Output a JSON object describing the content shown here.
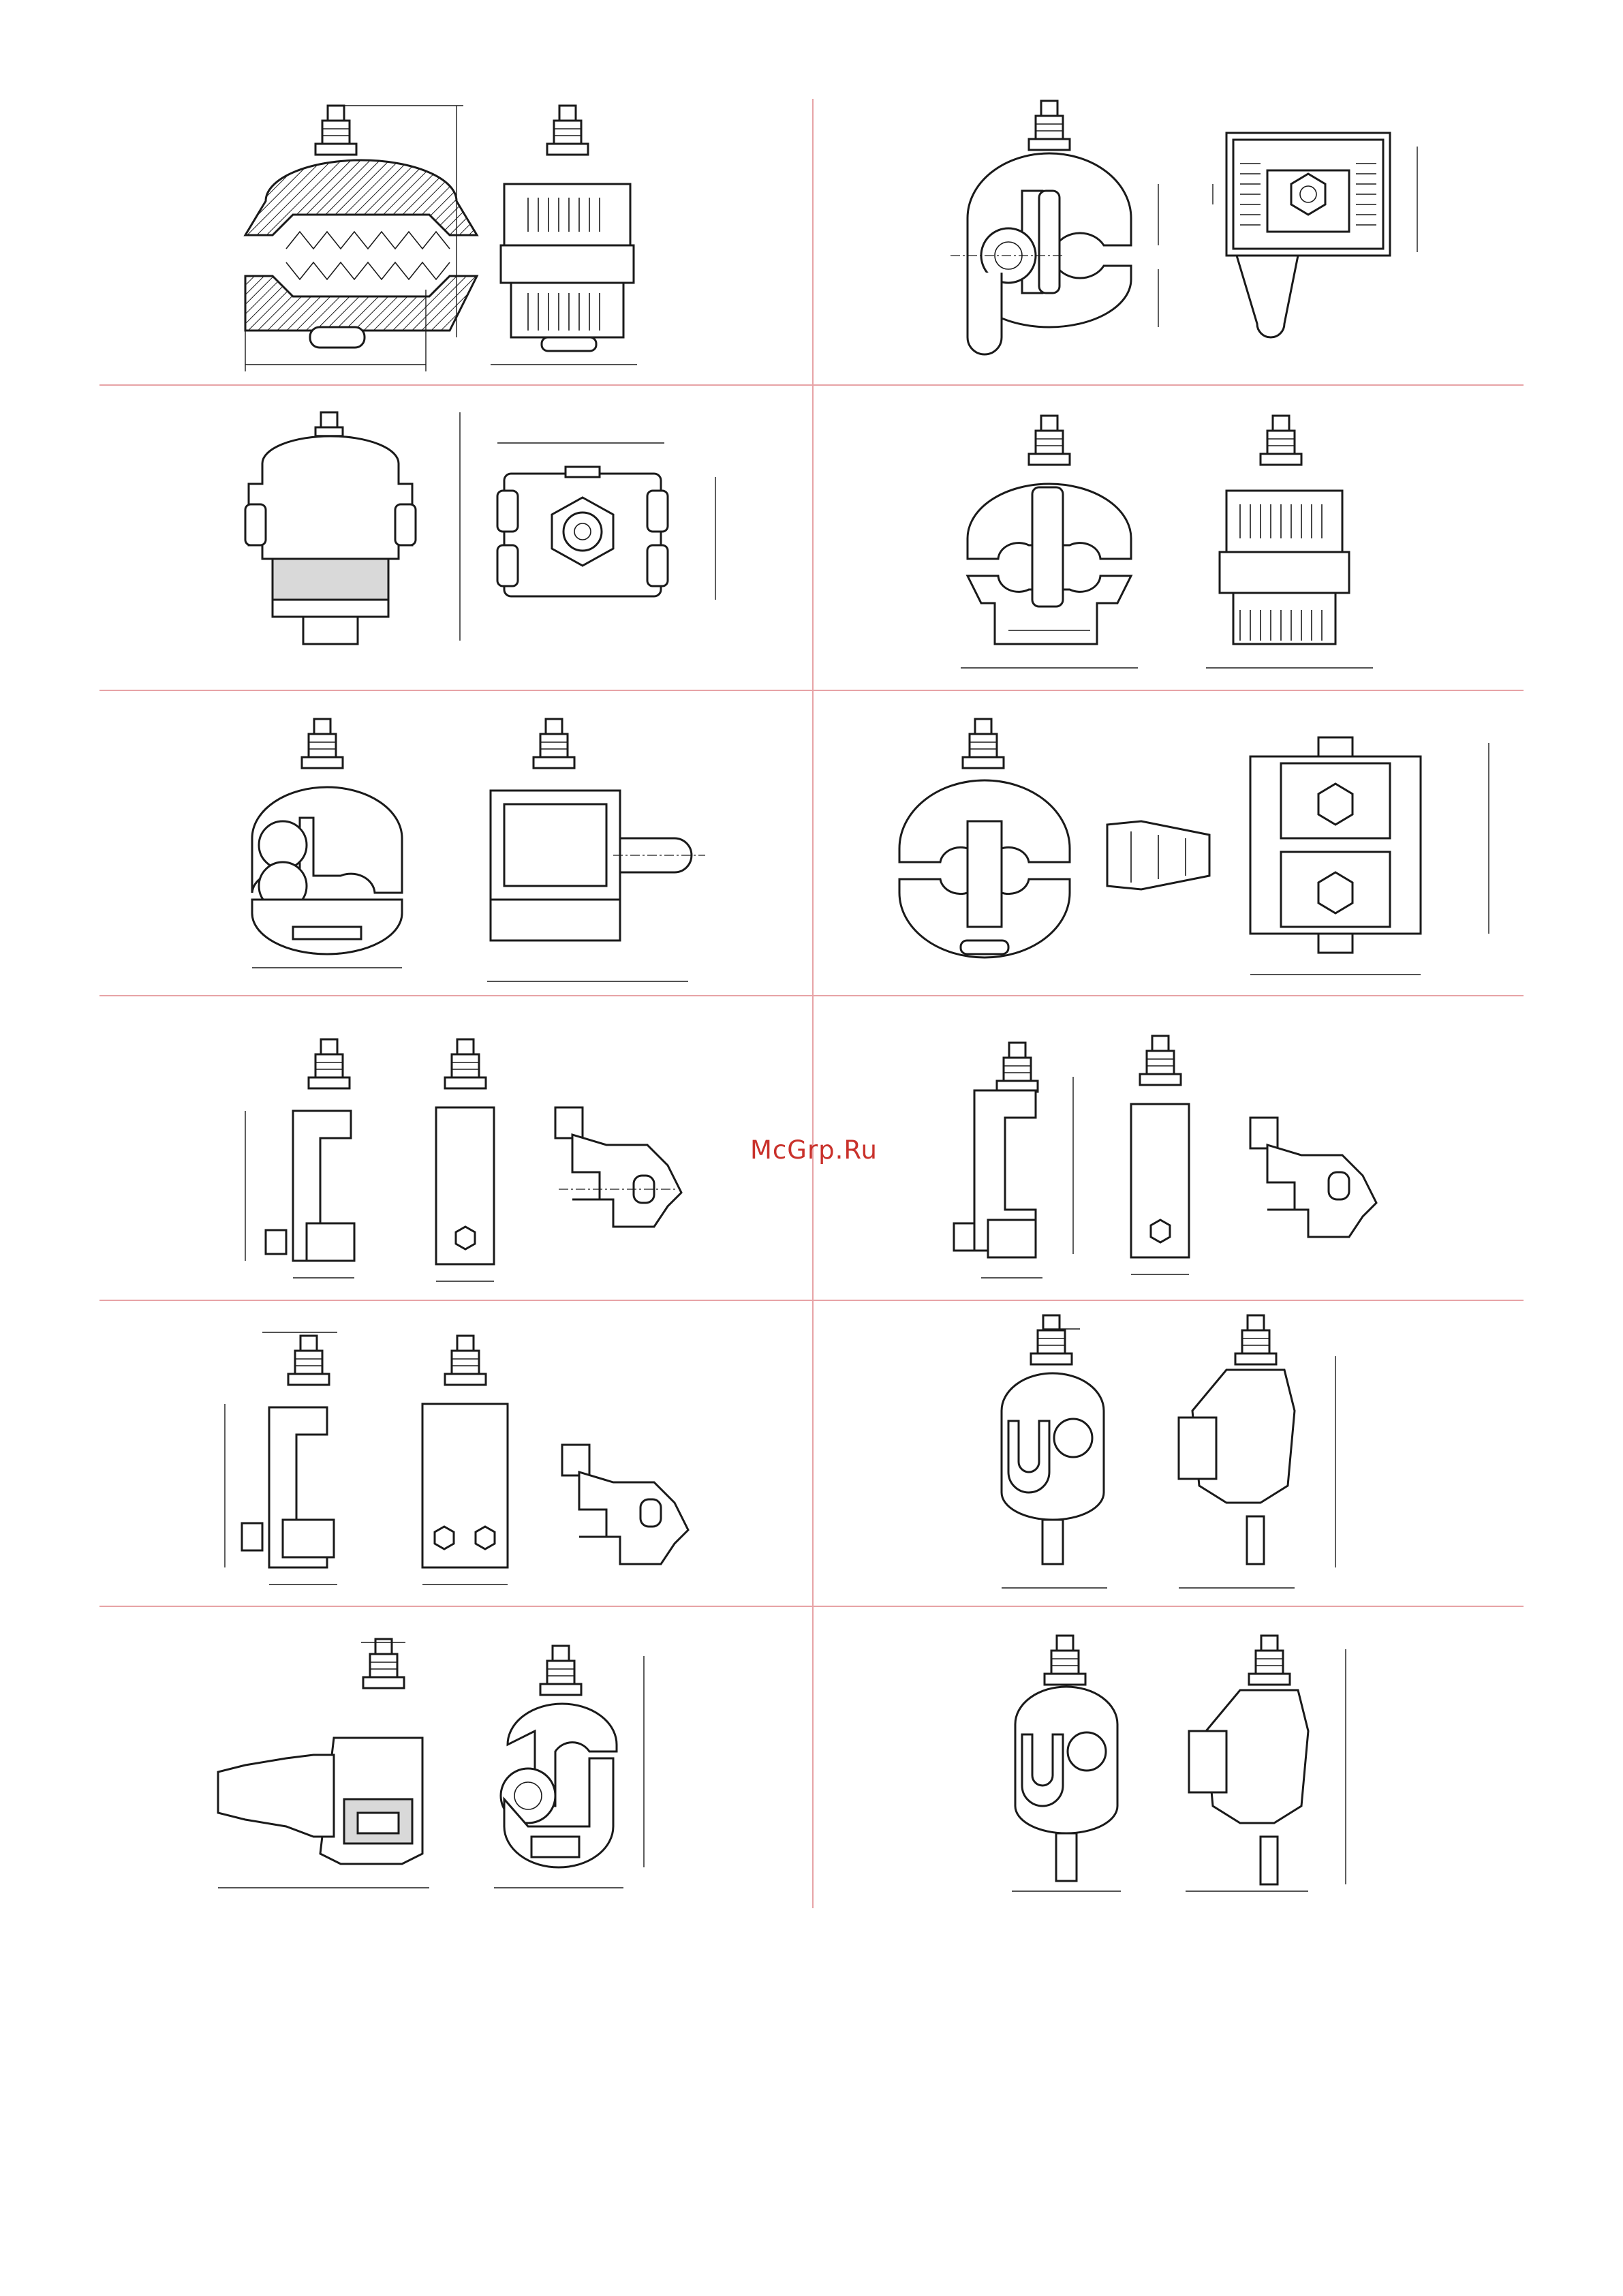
{
  "page": {
    "watermark": "McGrp.Ru"
  },
  "colors": {
    "grid_line": "#e7a3a6",
    "watermark": "#c9312b",
    "ink": "#1a1a1a"
  },
  "drawings": [
    {
      "id": "d1",
      "icon": "piercing-clamp-section-icon"
    },
    {
      "id": "d2",
      "icon": "piercing-clamp-hook-icon"
    },
    {
      "id": "d3",
      "icon": "piercing-clamp-sealed-icon"
    },
    {
      "id": "d4",
      "icon": "piercing-clamp-double-jaw-icon"
    },
    {
      "id": "d5",
      "icon": "piercing-clamp-with-cap-icon"
    },
    {
      "id": "d6",
      "icon": "double-piercing-clamp-icon"
    },
    {
      "id": "d7",
      "icon": "branch-clamp-small-icon"
    },
    {
      "id": "d8",
      "icon": "branch-clamp-small-alt-icon"
    },
    {
      "id": "d9",
      "icon": "branch-clamp-double-nut-icon"
    },
    {
      "id": "d10",
      "icon": "tap-connector-with-pin-icon"
    },
    {
      "id": "d11",
      "icon": "connector-with-sleeve-icon"
    },
    {
      "id": "d12",
      "icon": "tap-connector-with-pin-alt-icon"
    }
  ]
}
